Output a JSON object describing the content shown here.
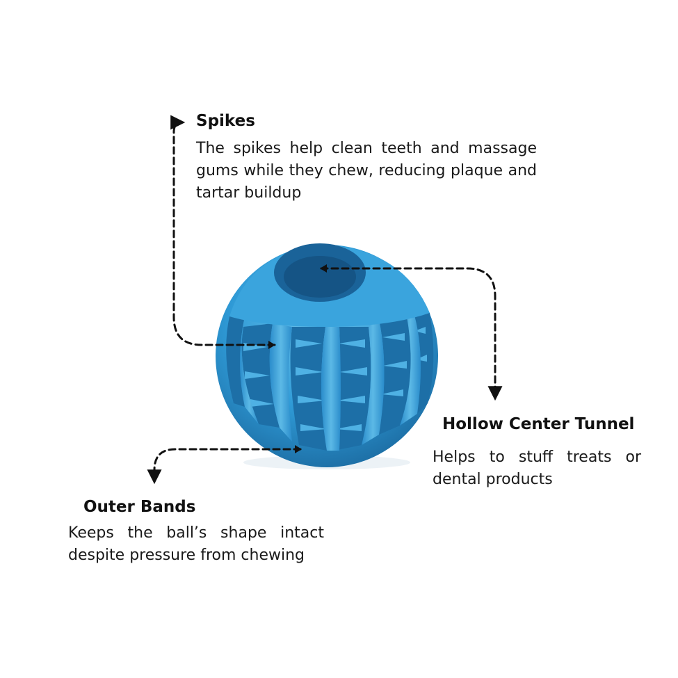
{
  "callouts": {
    "spikes": {
      "title": "Spikes",
      "description": "The spikes help clean teeth and massage gums while they chew, reducing plaque and tartar buildup"
    },
    "hollow_center": {
      "title": "Hollow Center Tunnel",
      "description": "Helps to stuff treats or dental products"
    },
    "outer_bands": {
      "title": "Outer Bands",
      "description": "Keeps the ball’s shape intact despite pressure from chewing"
    }
  },
  "colors": {
    "ball": "#2f9ad6",
    "ball_dark": "#1e6fa6",
    "ball_light": "#62bde9",
    "leader_line": "#111111",
    "text": "#111111"
  }
}
